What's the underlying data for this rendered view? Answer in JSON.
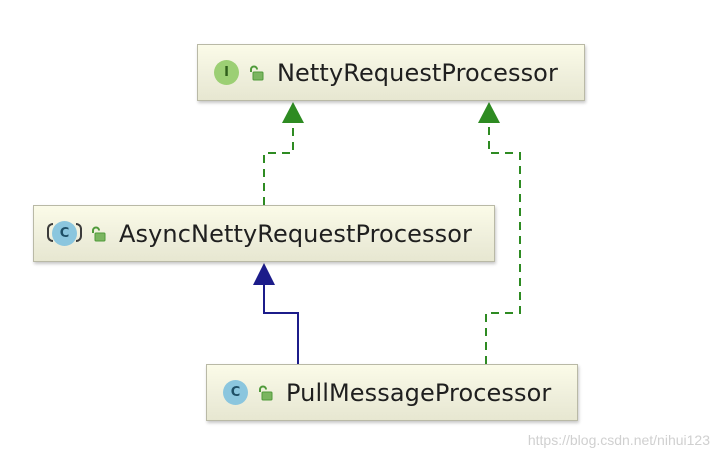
{
  "nodes": [
    {
      "id": "netty",
      "kind": "interface",
      "badge": "I",
      "label": "NettyRequestProcessor"
    },
    {
      "id": "async",
      "kind": "abstract-class",
      "badge": "C",
      "label": "AsyncNettyRequestProcessor"
    },
    {
      "id": "pull",
      "kind": "class",
      "badge": "C",
      "label": "PullMessageProcessor"
    }
  ],
  "edges": [
    {
      "from": "AsyncNettyRequestProcessor",
      "to": "NettyRequestProcessor",
      "relation": "implements",
      "style": "dashed",
      "color": "#2e8b22"
    },
    {
      "from": "PullMessageProcessor",
      "to": "NettyRequestProcessor",
      "relation": "implements",
      "style": "dashed",
      "color": "#2e8b22"
    },
    {
      "from": "PullMessageProcessor",
      "to": "AsyncNettyRequestProcessor",
      "relation": "extends",
      "style": "solid",
      "color": "#1c1c8a"
    }
  ],
  "icons": {
    "visibility": "unlocked-lock-icon"
  },
  "colors": {
    "node_bg": "#eeeedb",
    "interface_badge": "#9ccf74",
    "class_badge": "#8bc6de",
    "implements_arrow": "#2e8b22",
    "extends_arrow": "#1c1c8a"
  },
  "watermark": "https://blog.csdn.net/nihui123"
}
